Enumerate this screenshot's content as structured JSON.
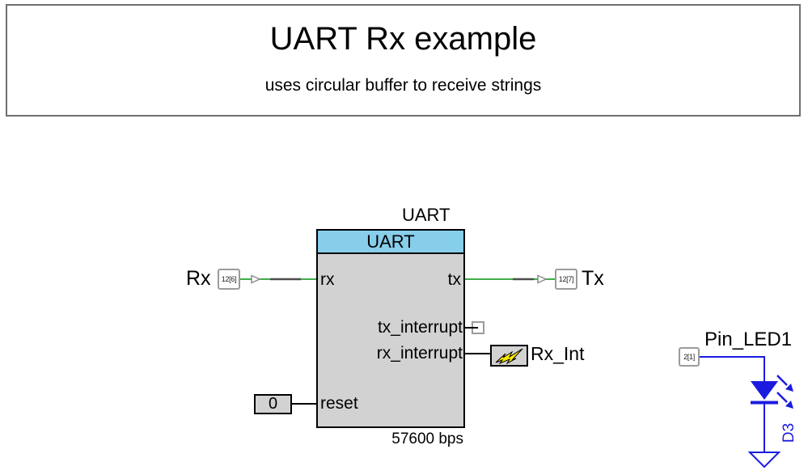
{
  "title_box": {
    "title": "UART Rx example",
    "subtitle": "uses circular buffer to receive strings"
  },
  "uart": {
    "instance_label": "UART",
    "header_label": "UART",
    "ports": {
      "rx": "rx",
      "tx": "tx",
      "tx_interrupt": "tx_interrupt",
      "rx_interrupt": "rx_interrupt",
      "reset": "reset"
    },
    "baud_label": "57600 bps"
  },
  "pin_rx": {
    "label": "Rx",
    "location": "12[6]"
  },
  "pin_tx": {
    "label": "Tx",
    "location": "12[7]"
  },
  "pin_led": {
    "label": "Pin_LED1",
    "location": "2[1]"
  },
  "isr": {
    "label": "Rx_Int",
    "icon": "lightning-bolt-icon"
  },
  "logic_low": {
    "value": "0"
  },
  "led": {
    "designator": "D3"
  },
  "colors": {
    "uart_header_blue": "#87CEEB",
    "component_body_gray": "#D2D2D2",
    "wire_green": "#3FAE4A",
    "wire_dark_segment": "#4D4D4D",
    "led_blue": "#1B1BE0",
    "bolt_yellow": "#FFEB00",
    "title_border_gray": "#6F6F6F",
    "pin_border_gray": "#9B9B9B"
  }
}
